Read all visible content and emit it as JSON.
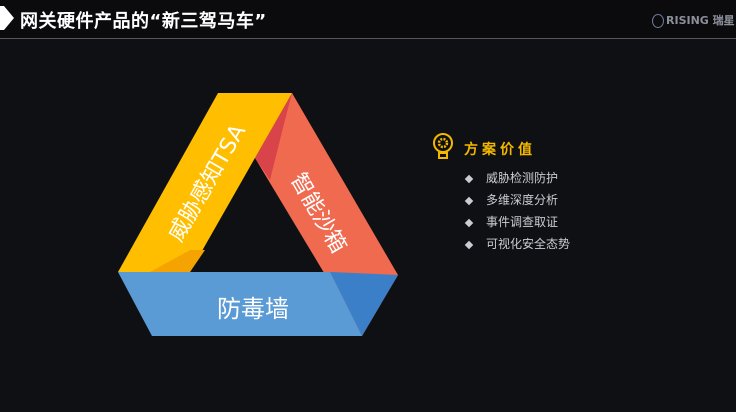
{
  "header": {
    "title": "网关硬件产品的“新三驾马车”",
    "logo": "RISING 瑞星"
  },
  "triangle": {
    "left": {
      "label": "威胁感知TSA",
      "color": "#ffbf00"
    },
    "right": {
      "label": "智能沙箱",
      "color": "#f06a50"
    },
    "bottom": {
      "label": "防毒墙",
      "color": "#5b9bd5"
    }
  },
  "side": {
    "title": "方案价值",
    "icon": "lightbulb-gear-icon",
    "items": [
      "威胁检测防护",
      "多维深度分析",
      "事件调查取证",
      "可视化安全态势"
    ]
  }
}
